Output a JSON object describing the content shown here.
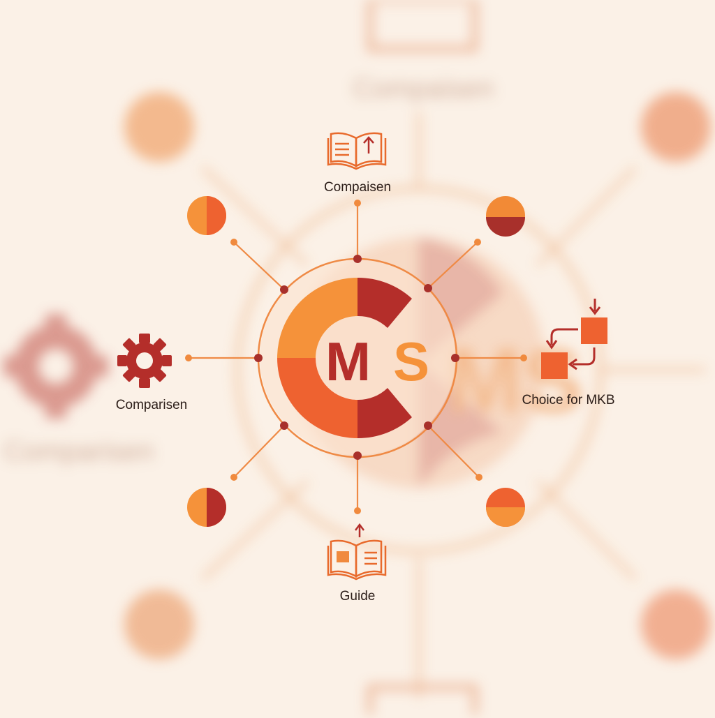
{
  "center": {
    "letter_m": "M",
    "letter_s": "S"
  },
  "nodes": {
    "top": {
      "label": "Compaisen",
      "icon": "book-upload-icon"
    },
    "left": {
      "label": "Comparisen",
      "icon": "gear-icon"
    },
    "right": {
      "label": "Choice for MKB",
      "icon": "exchange-arrows-icon"
    },
    "bottom": {
      "label": "Guide",
      "icon": "open-book-guide-icon"
    }
  },
  "background": {
    "blurred_top": "Compaisen",
    "blurred_left": "Comparisen"
  },
  "colors": {
    "background": "#fbf1e7",
    "orange_light": "#f5923a",
    "orange": "#ee6230",
    "red": "#b42e2a",
    "line": "#ef8a45",
    "dot": "#a8302b",
    "text": "#2b1d18"
  }
}
